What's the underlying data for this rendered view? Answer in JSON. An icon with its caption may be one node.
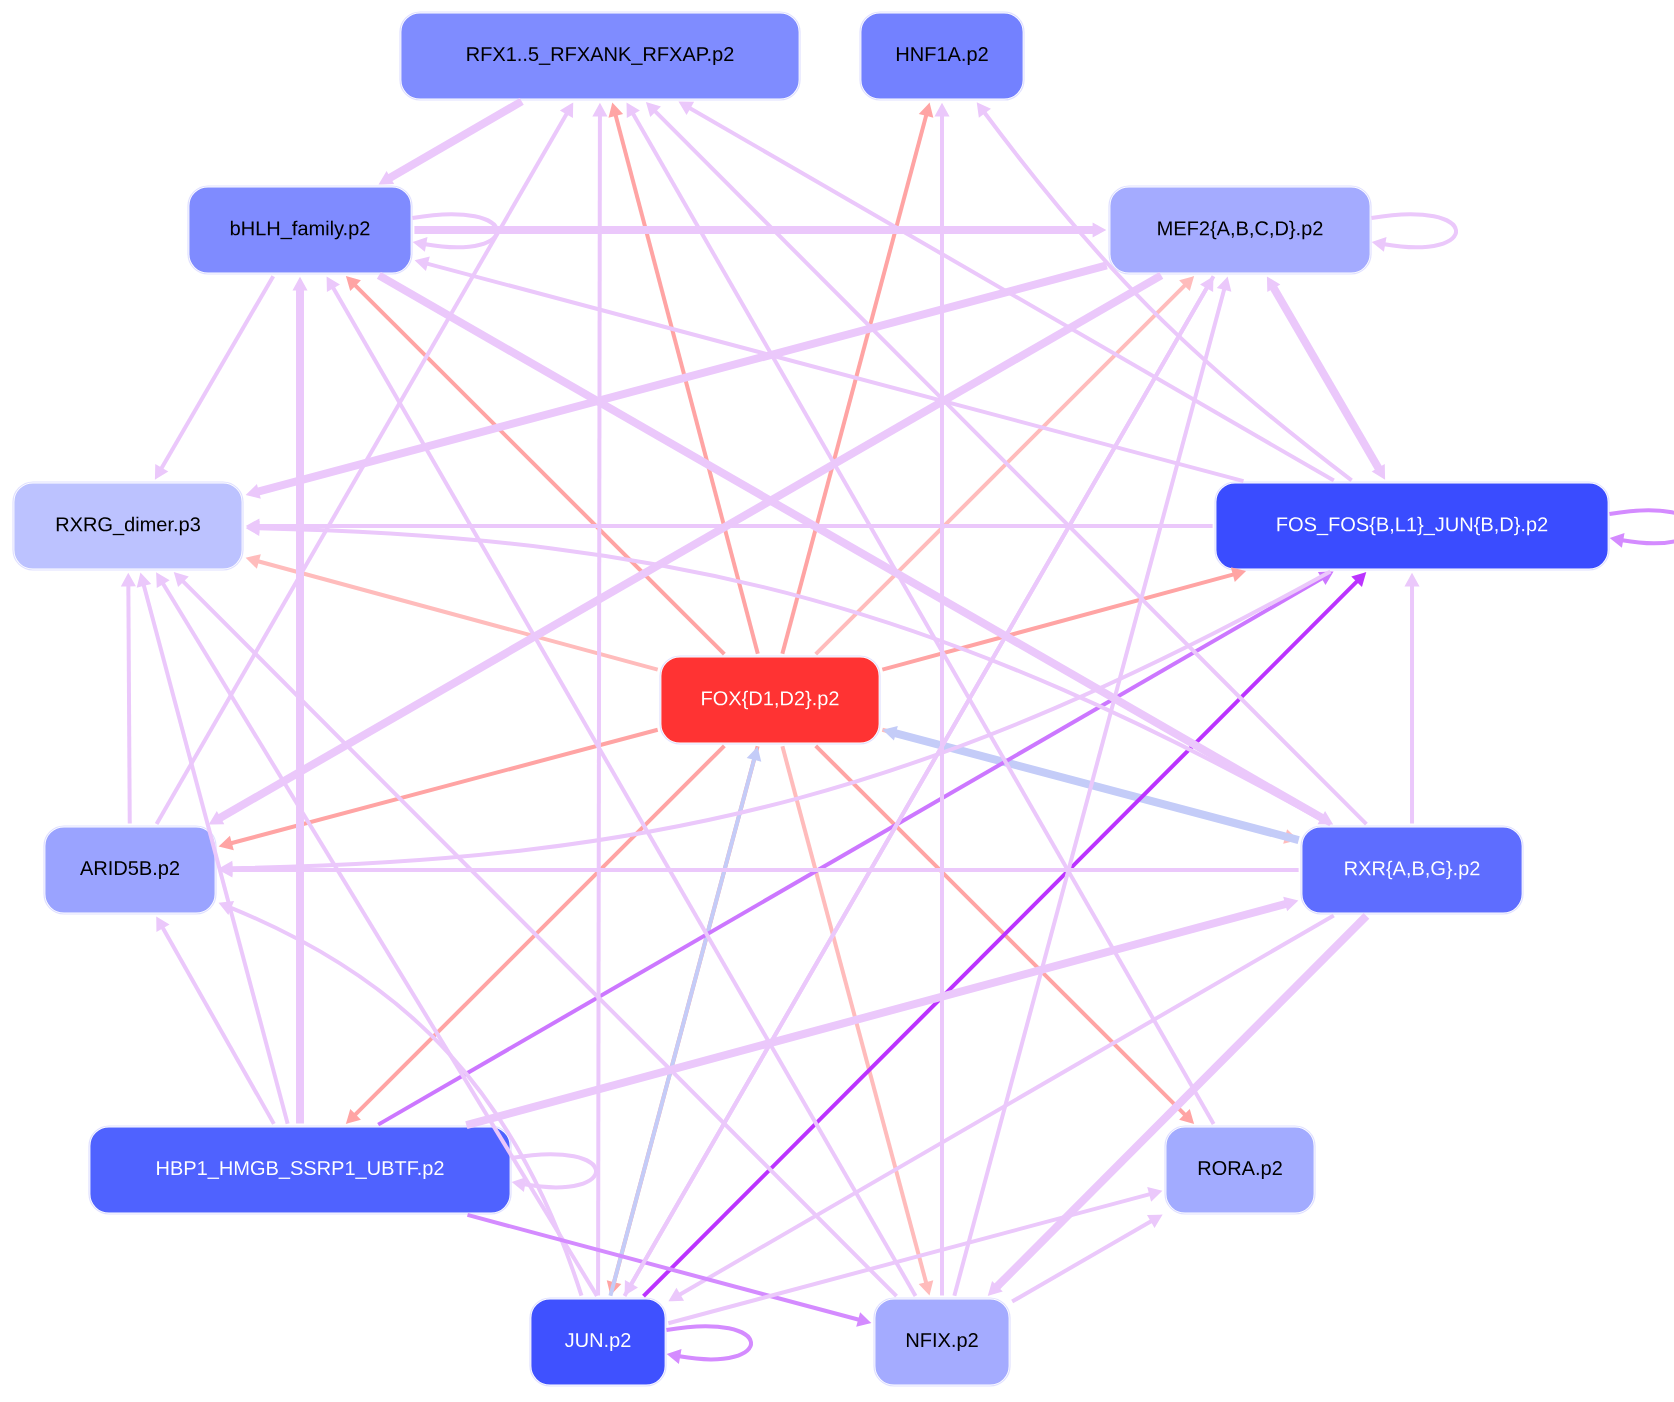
{
  "diagram": {
    "nodes": [
      {
        "text": [
          "RFX1..5_RFXANK_RFXAP.p2"
        ]
      },
      {
        "text": [
          "HNF1A.p2"
        ]
      },
      {
        "text": [
          "bHLH_family.p2"
        ]
      },
      {
        "text": [
          "MEF2{A,B,C,D}.p2"
        ]
      },
      {
        "text": [
          "RXRG_dimer.p3"
        ]
      },
      {
        "text": [
          "FOS_FOS{B,L1}_JUN{B,D}.p2"
        ]
      },
      {
        "text": [
          "FOX{D1,D2}.p2"
        ]
      },
      {
        "text": [
          "ARID5B.p2"
        ]
      },
      {
        "text": [
          "RXR{A,B,G}.p2"
        ]
      },
      {
        "text": [
          "HBP1_HMGB_SSRP1_UBTF.p2"
        ]
      },
      {
        "text": [
          "RORA.p2"
        ]
      },
      {
        "text": [
          "JUN.p2"
        ]
      },
      {
        "text": [
          "NFIX.p2"
        ]
      }
    ],
    "edges": [
      {
        "from": 6,
        "to": 0,
        "arrow": "to",
        "color": "#ffa4a4"
      },
      {
        "from": 6,
        "to": 1,
        "arrow": "to",
        "color": "#ffa4a4"
      },
      {
        "from": 6,
        "to": 2,
        "arrow": "to",
        "color": "#ffa4a4"
      },
      {
        "from": 6,
        "to": 3,
        "arrow": "to",
        "color": "#ffbcbc"
      },
      {
        "from": 6,
        "to": 4,
        "arrow": "to",
        "color": "#ffbcbc"
      },
      {
        "from": 6,
        "to": 5,
        "arrow": "to",
        "color": "#ffa4a4"
      },
      {
        "from": 6,
        "to": 7,
        "arrow": "to",
        "color": "#ffa4a4"
      },
      {
        "from": 6,
        "to": 8,
        "arrow": "to",
        "color": "#ffbcbc"
      },
      {
        "from": 6,
        "to": 9,
        "arrow": "to",
        "color": "#ffa4a4"
      },
      {
        "from": 6,
        "to": 10,
        "arrow": "to",
        "color": "#ffa4a4"
      },
      {
        "from": 6,
        "to": 11,
        "arrow": "to",
        "color": "#ffa4a4"
      },
      {
        "from": 6,
        "to": 12,
        "arrow": "to",
        "color": "#ffbcbc"
      },
      {
        "from": 8,
        "to": 6,
        "arrow": "to",
        "style": "thick",
        "color": "#c4ccf8"
      },
      {
        "from": 11,
        "to": 6,
        "arrow": "to",
        "color": "#c4ccf8"
      },
      {
        "from": 11,
        "to": 5,
        "arrow": "to",
        "color": "#bb33ff"
      },
      {
        "from": 9,
        "to": 5,
        "arrow": "to",
        "color": "#cc77ff"
      },
      {
        "from": 2,
        "to": 2,
        "arrow": "to"
      },
      {
        "from": 3,
        "to": 3,
        "arrow": "to"
      },
      {
        "from": 5,
        "to": 5,
        "arrow": "to",
        "color": "#d48bff"
      },
      {
        "from": 9,
        "to": 9,
        "arrow": "to"
      },
      {
        "from": 11,
        "to": 11,
        "arrow": "to",
        "color": "#d48bff"
      },
      {
        "from": 0,
        "to": 2,
        "arrow": "to",
        "style": "thick"
      },
      {
        "from": 2,
        "to": 3,
        "arrow": "to",
        "style": "thick"
      },
      {
        "from": 5,
        "to": 2,
        "arrow": "to"
      },
      {
        "from": 2,
        "to": 8,
        "arrow": "to",
        "style": "thick"
      },
      {
        "from": 3,
        "to": 5,
        "arrow": "both",
        "style": "thick"
      },
      {
        "from": 2,
        "to": 4,
        "arrow": "to"
      },
      {
        "from": 9,
        "to": 2,
        "arrow": "to",
        "style": "thick"
      },
      {
        "from": 12,
        "to": 2,
        "arrow": "to"
      },
      {
        "from": 3,
        "to": 4,
        "arrow": "to",
        "style": "thick"
      },
      {
        "from": 5,
        "to": 4,
        "arrow": "to"
      },
      {
        "from": 7,
        "to": 4,
        "arrow": "to"
      },
      {
        "from": 9,
        "to": 4,
        "arrow": "to"
      },
      {
        "from": 11,
        "to": 4,
        "arrow": "to"
      },
      {
        "from": 12,
        "to": 4,
        "arrow": "to"
      },
      {
        "from": 11,
        "to": 0,
        "arrow": "to"
      },
      {
        "from": 7,
        "to": 0,
        "arrow": "to"
      },
      {
        "from": 5,
        "to": 0,
        "arrow": "to"
      },
      {
        "from": 8,
        "to": 0,
        "arrow": "to"
      },
      {
        "from": 12,
        "to": 1,
        "arrow": "to"
      },
      {
        "from": 5,
        "to": 1,
        "arrow": "to"
      },
      {
        "from": 3,
        "to": 7,
        "arrow": "to",
        "style": "thick"
      },
      {
        "from": 11,
        "to": 3,
        "arrow": "to"
      },
      {
        "from": 12,
        "to": 3,
        "arrow": "to"
      },
      {
        "from": 8,
        "to": 5,
        "arrow": "to"
      },
      {
        "from": 5,
        "to": 7,
        "arrow": "to"
      },
      {
        "from": 8,
        "to": 7,
        "arrow": "to"
      },
      {
        "from": 8,
        "to": 4,
        "arrow": "to"
      },
      {
        "from": 9,
        "to": 8,
        "arrow": "to",
        "style": "thick"
      },
      {
        "from": 8,
        "to": 12,
        "arrow": "to",
        "style": "thick"
      },
      {
        "from": 8,
        "to": 11,
        "arrow": "to"
      },
      {
        "from": 9,
        "to": 7,
        "arrow": "to"
      },
      {
        "from": 11,
        "to": 7,
        "arrow": "to"
      },
      {
        "from": 9,
        "to": 12,
        "arrow": "to",
        "color": "#d48bff"
      },
      {
        "from": 12,
        "to": 10,
        "arrow": "to"
      },
      {
        "from": 11,
        "to": 10,
        "arrow": "to"
      },
      {
        "from": 10,
        "to": 0,
        "arrow": "to"
      },
      {
        "from": 3,
        "to": 11,
        "arrow": "to"
      }
    ]
  }
}
